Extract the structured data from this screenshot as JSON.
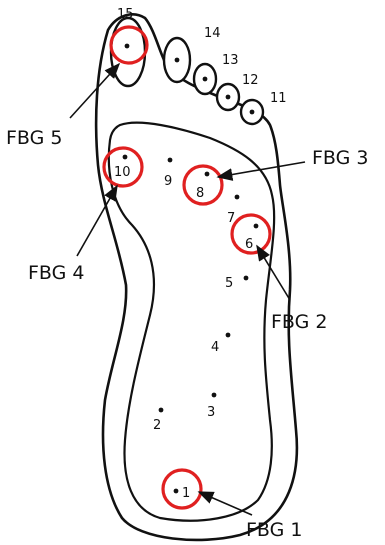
{
  "colors": {
    "highlight_ring": "#e02020",
    "ink": "#111111",
    "background": "#ffffff"
  },
  "sensor_numbers": {
    "s1": "1",
    "s2": "2",
    "s3": "3",
    "s4": "4",
    "s5": "5",
    "s6": "6",
    "s7": "7",
    "s8": "8",
    "s9": "9",
    "s10": "10",
    "s11": "11",
    "s12": "12",
    "s13": "13",
    "s14": "14",
    "s15": "15"
  },
  "fbg_labels": {
    "fbg1": "FBG 1",
    "fbg2": "FBG 2",
    "fbg3": "FBG 3",
    "fbg4": "FBG 4",
    "fbg5": "FBG 5"
  }
}
